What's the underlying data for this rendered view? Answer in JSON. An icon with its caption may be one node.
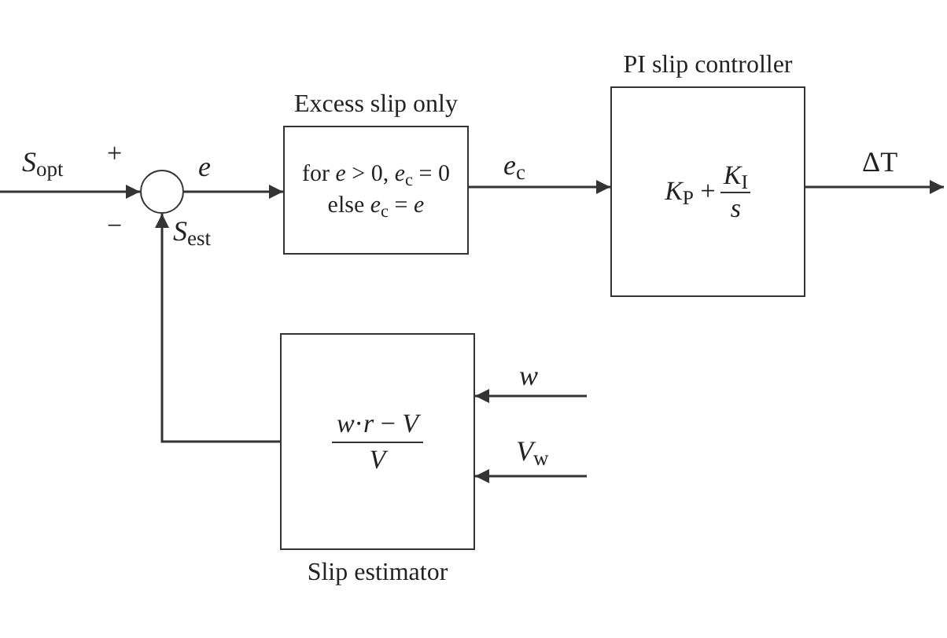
{
  "diagram": {
    "nodes": [
      {
        "text": [],
        "shape": "circle",
        "beside": [
          "+",
          "−"
        ]
      },
      {
        "text": [
          "Excess slip only",
          "for *e* > 0, *e*$_{c}$ = 0 else *e*$_{c}$ = *e*"
        ]
      },
      {
        "text": [
          "PI slip controller",
          "*K*$_{P}$ +",
          "*K*$_{I}$",
          "*s*"
        ]
      },
      {
        "text": [
          "*w*·*r* − *V*",
          "*V*",
          "Slip estimator"
        ]
      }
    ],
    "edges": [
      {
        "from": null,
        "to": 0,
        "arrow": "to",
        "label": "*S*$_{opt}$"
      },
      {
        "from": 0,
        "to": 1,
        "arrow": "to",
        "label": "*e*"
      },
      {
        "from": 1,
        "to": 2,
        "arrow": "to",
        "label": "*e*$_{c}$"
      },
      {
        "from": 2,
        "to": null,
        "arrow": "to",
        "label": "ΔT"
      },
      {
        "from": 3,
        "to": 0,
        "arrow": "to",
        "label": "*S*$_{est}$"
      },
      {
        "from": null,
        "to": 3,
        "arrow": "to",
        "label": "*w*"
      },
      {
        "from": null,
        "to": 3,
        "arrow": "to",
        "label": "*V*$_{w}$"
      }
    ]
  }
}
